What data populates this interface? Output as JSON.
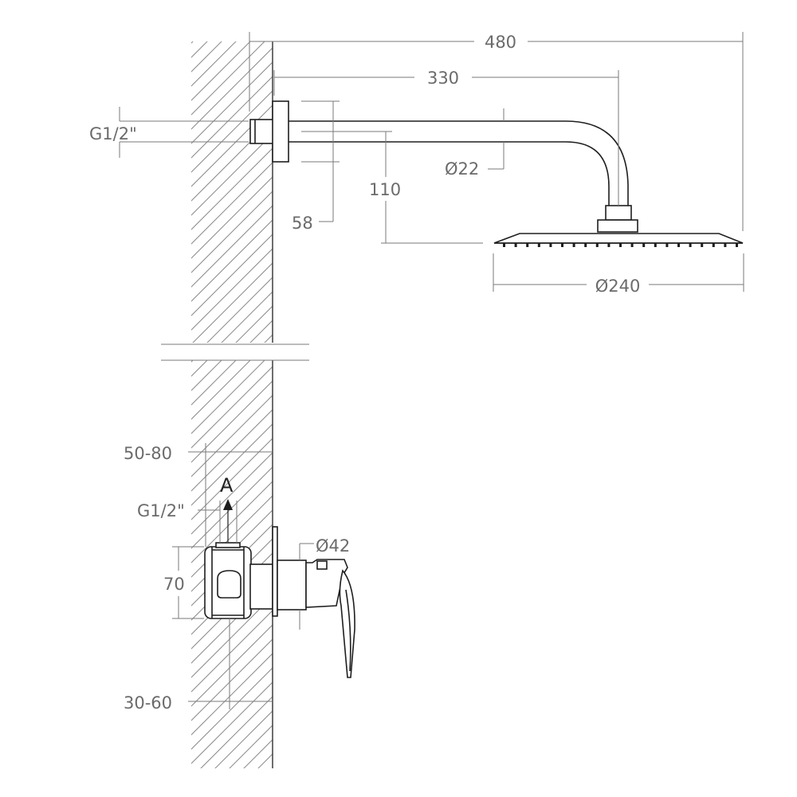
{
  "labels": {
    "overall_length": "480",
    "arm_length": "330",
    "inlet_thread_top": "G1/2\"",
    "arm_diameter": "Ø22",
    "drop_height": "110",
    "flange_height": "58",
    "head_diameter": "Ø240",
    "mount_depth": "50-80",
    "view_marker": "A",
    "inlet_thread_valve": "G1/2\"",
    "valve_height": "70",
    "handle_diameter": "Ø42",
    "valve_depth": "30-60"
  },
  "colors": {
    "line": "#1e1e1e",
    "dimension": "#7a7a7a",
    "hatch": "#8a8a8a",
    "text": "#6b6b6b"
  },
  "icons": {
    "view_arrow": "arrow-up-icon"
  }
}
